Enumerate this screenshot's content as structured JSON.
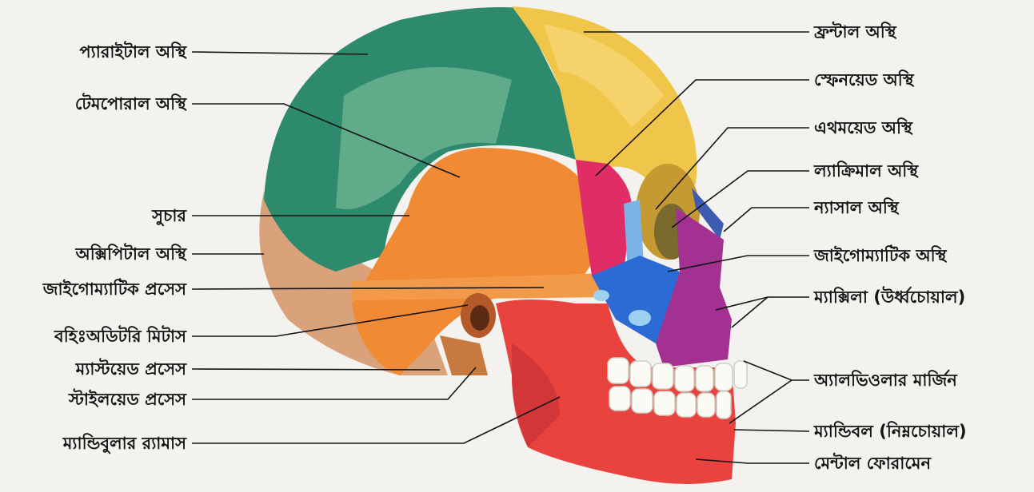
{
  "diagram": {
    "left_labels": [
      "প্যারাইটাল অস্থি",
      "টেমপোরাল অস্থি",
      "সুচার",
      "অক্সিপিটাল অস্থি",
      "জাইগোম্যাটিক প্রসেস",
      "বহিঃঅডিটরি মিটাস",
      "ম্যাস্টয়েড প্রসেস",
      "স্টাইলয়েড প্রসেস",
      "ম্যান্ডিবুলার র‍্যামাস"
    ],
    "right_labels": [
      "ফ্রন্টাল অস্থি",
      "স্ফেনয়েড অস্থি",
      "এথময়েড অস্থি",
      "ল্যাক্রিমাল অস্থি",
      "ন্যাসাল অস্থি",
      "জাইগোম্যাটিক অস্থি",
      "ম্যাক্সিলা (উর্ধ্বচোয়াল)",
      "অ্যালভিওলার মার্জিন",
      "ম্যান্ডিবল (নিম্নচোয়াল)",
      "মেন্টাল ফোরামেন"
    ],
    "colors": {
      "parietal": "#2e8a6c",
      "frontal": "#f0c64a",
      "temporal": "#f08a34",
      "occipital": "#d9a27a",
      "sphenoid": "#e02d66",
      "ethmoid": "#3d5bb0",
      "maxilla": "#a23191",
      "mandible": "#e8433f",
      "zygomatic": "#2d6bd4",
      "teeth": "#fbfbf5"
    }
  }
}
